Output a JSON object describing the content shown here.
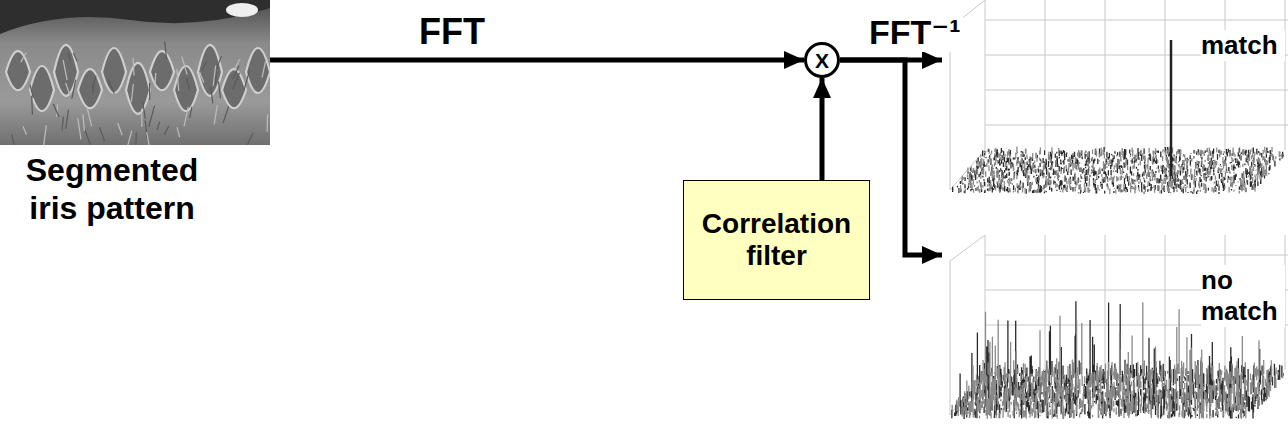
{
  "diagram": {
    "nodes": [
      {
        "text": [
          "Segmented iris pattern"
        ]
      },
      {
        "text": [
          "X"
        ]
      },
      {
        "text": [
          "Correlation filter"
        ]
      },
      {
        "text": [
          "match"
        ]
      },
      {
        "text": [
          "no match"
        ]
      }
    ],
    "edges": [
      {
        "from": 0,
        "to": 1,
        "arrow": "to",
        "label": "FFT"
      },
      {
        "from": 2,
        "to": 1,
        "arrow": "to"
      },
      {
        "from": 1,
        "to": 3,
        "arrow": "to",
        "label": "FFT⁻¹"
      },
      {
        "from": 1,
        "to": 4,
        "arrow": "to"
      }
    ]
  }
}
